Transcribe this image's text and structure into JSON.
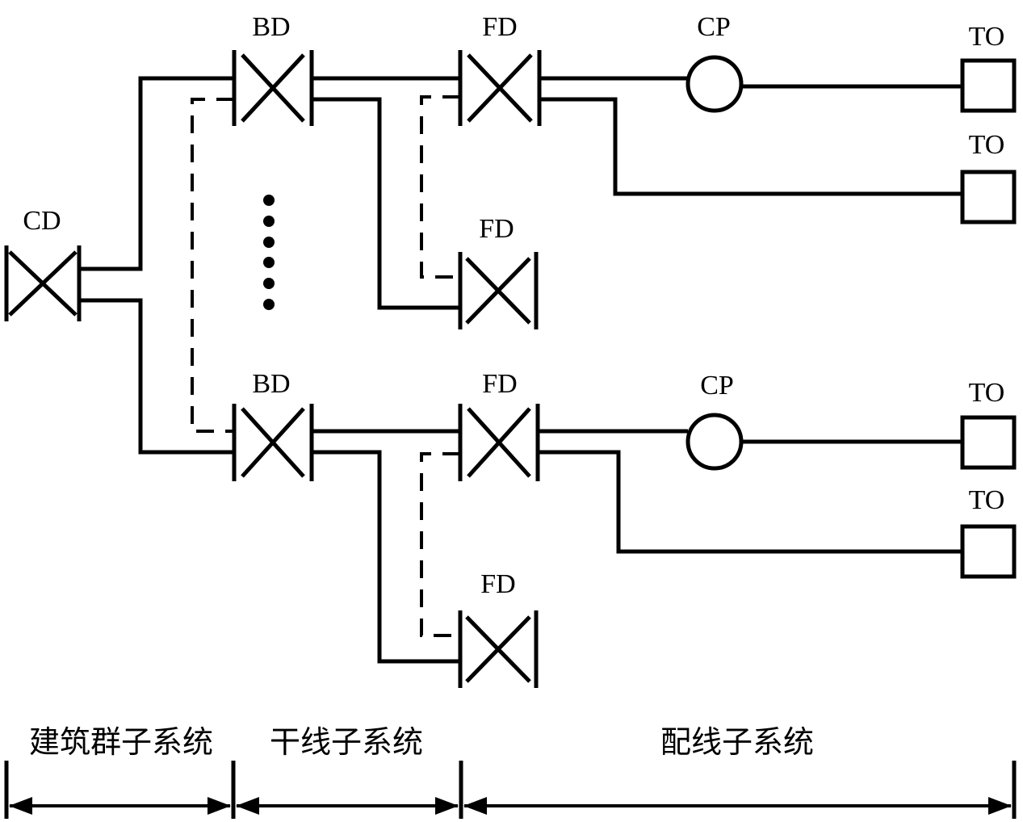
{
  "nodes": {
    "cd": "CD",
    "bd_top": "BD",
    "bd_bottom": "BD",
    "fd_top": "FD",
    "fd_top_branch": "FD",
    "fd_bottom": "FD",
    "fd_bottom_branch": "FD",
    "cp_top": "CP",
    "cp_bottom": "CP",
    "to_1": "TO",
    "to_2": "TO",
    "to_3": "TO",
    "to_4": "TO"
  },
  "segments": {
    "campus": "建筑群子系统",
    "backbone": "干线子系统",
    "horizontal": "配线子系统"
  }
}
